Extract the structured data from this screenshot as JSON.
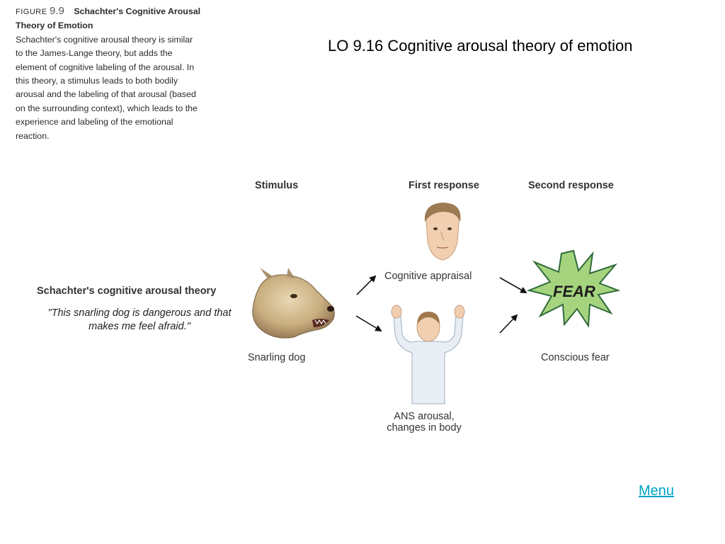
{
  "caption": {
    "figure_label": "FIGURE",
    "figure_number": "9.9",
    "title": "Schachter's Cognitive Arousal Theory of Emotion",
    "body": "Schachter's cognitive arousal theory is similar to the James-Lange theory, but adds the element of cognitive labeling of the arousal. In this theory, a stimulus leads to both bodily arousal and the labeling of that arousal (based on the surrounding context), which leads to the experience and labeling of the emotional reaction."
  },
  "slide_title": "LO 9.16  Cognitive arousal theory of emotion",
  "diagram": {
    "column_headings": {
      "stimulus": "Stimulus",
      "first_response": "First response",
      "second_response": "Second response"
    },
    "theory_name": "Schachter's cognitive arousal theory",
    "quote": "\"This snarling dog is dangerous and that makes me feel afraid.\"",
    "nodes": {
      "stimulus": "Snarling dog",
      "cognitive": "Cognitive appraisal",
      "arousal_line1": "ANS arousal,",
      "arousal_line2": "changes in body",
      "outcome": "Conscious fear"
    },
    "burst_text": "FEAR",
    "colors": {
      "burst_fill": "#a6d47e",
      "burst_stroke": "#2f6b3a",
      "arrow": "#111111"
    }
  },
  "nav": {
    "menu_label": "Menu"
  }
}
